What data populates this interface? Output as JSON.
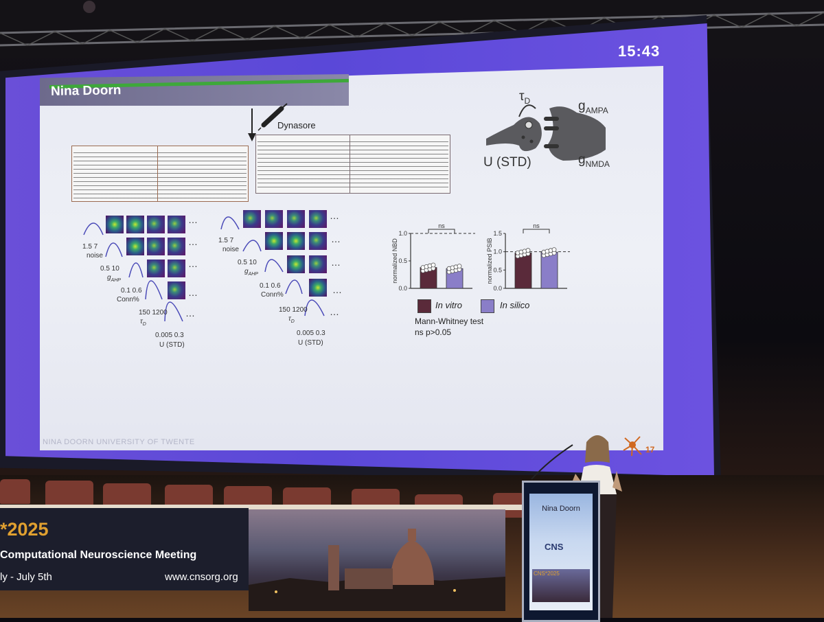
{
  "scene": {
    "clock": "15:43",
    "slide": {
      "title": "Nina Doorn",
      "footer": "NINA DOORN UNIVERSITY OF TWENTE",
      "page_number": "17",
      "drug_label": "Dynasore",
      "synapse": {
        "tau": "τ",
        "tau_sub": "D",
        "g_ampa": "g",
        "g_ampa_sub": "AMPA",
        "g_nmda": "g",
        "g_nmda_sub": "NMDA",
        "u_label": "U (STD)"
      },
      "posterior_left": {
        "noise_ticks": "1.5      7",
        "noise_label": "noise",
        "gahp_ticks": "0.5    10",
        "gahp_label": "g",
        "gahp_sub": "AHP",
        "conn_ticks": "0.1   0.6",
        "conn_label": "Conn%",
        "tau_ticks": "150  1200",
        "tau_label": "τ",
        "tau_sub": "D",
        "u_ticks": "0.005  0.3",
        "u_label": "U (STD)",
        "ellipsis": "…"
      },
      "posterior_right": {
        "noise_ticks": "1.5      7",
        "noise_label": "noise",
        "gahp_ticks": "0.5    10",
        "gahp_label": "g",
        "gahp_sub": "AHP",
        "conn_ticks": "0.1   0.6",
        "conn_label": "Conn%",
        "tau_ticks": "150  1200",
        "tau_label": "τ",
        "tau_sub": "D",
        "u_ticks": "0.005  0.3",
        "u_label": "U (STD)",
        "ellipsis": "…"
      },
      "chart_nbd": {
        "ylabel": "normalized NBD",
        "yticks": [
          "1.0",
          "0.5",
          "0.0"
        ],
        "significance": "ns"
      },
      "chart_psib": {
        "ylabel": "normalized PSIB",
        "yticks": [
          "1.5",
          "1.0",
          "0.5",
          "0.0"
        ],
        "significance": "ns"
      },
      "legend": {
        "in_vitro": "In vitro",
        "in_silico": "In silico",
        "in_vitro_color": "#5a2a3a",
        "in_silico_color": "#8a7ec8"
      },
      "stats": {
        "line1": "Mann-Whitney test",
        "line2": "ns p>0.05"
      }
    },
    "banner": {
      "year": "*2025",
      "title": "Computational Neuroscience Meeting",
      "dates": "ly - July 5th",
      "url": "www.cnsorg.org"
    },
    "podium": {
      "name": "Nina Doorn",
      "logo": "CNS",
      "mini": "CNS*2025"
    }
  },
  "chart_data": [
    {
      "type": "bar",
      "categories": [
        "In vitro",
        "In silico"
      ],
      "values": [
        0.38,
        0.36
      ],
      "ylabel": "normalized NBD",
      "ylim": [
        0,
        1.0
      ],
      "colors": [
        "#5a2a3a",
        "#8a7ec8"
      ]
    },
    {
      "type": "bar",
      "categories": [
        "In vitro",
        "In silico"
      ],
      "values": [
        0.97,
        0.99
      ],
      "ylabel": "normalized PSIB",
      "ylim": [
        0,
        1.5
      ],
      "colors": [
        "#5a2a3a",
        "#8a7ec8"
      ]
    }
  ]
}
